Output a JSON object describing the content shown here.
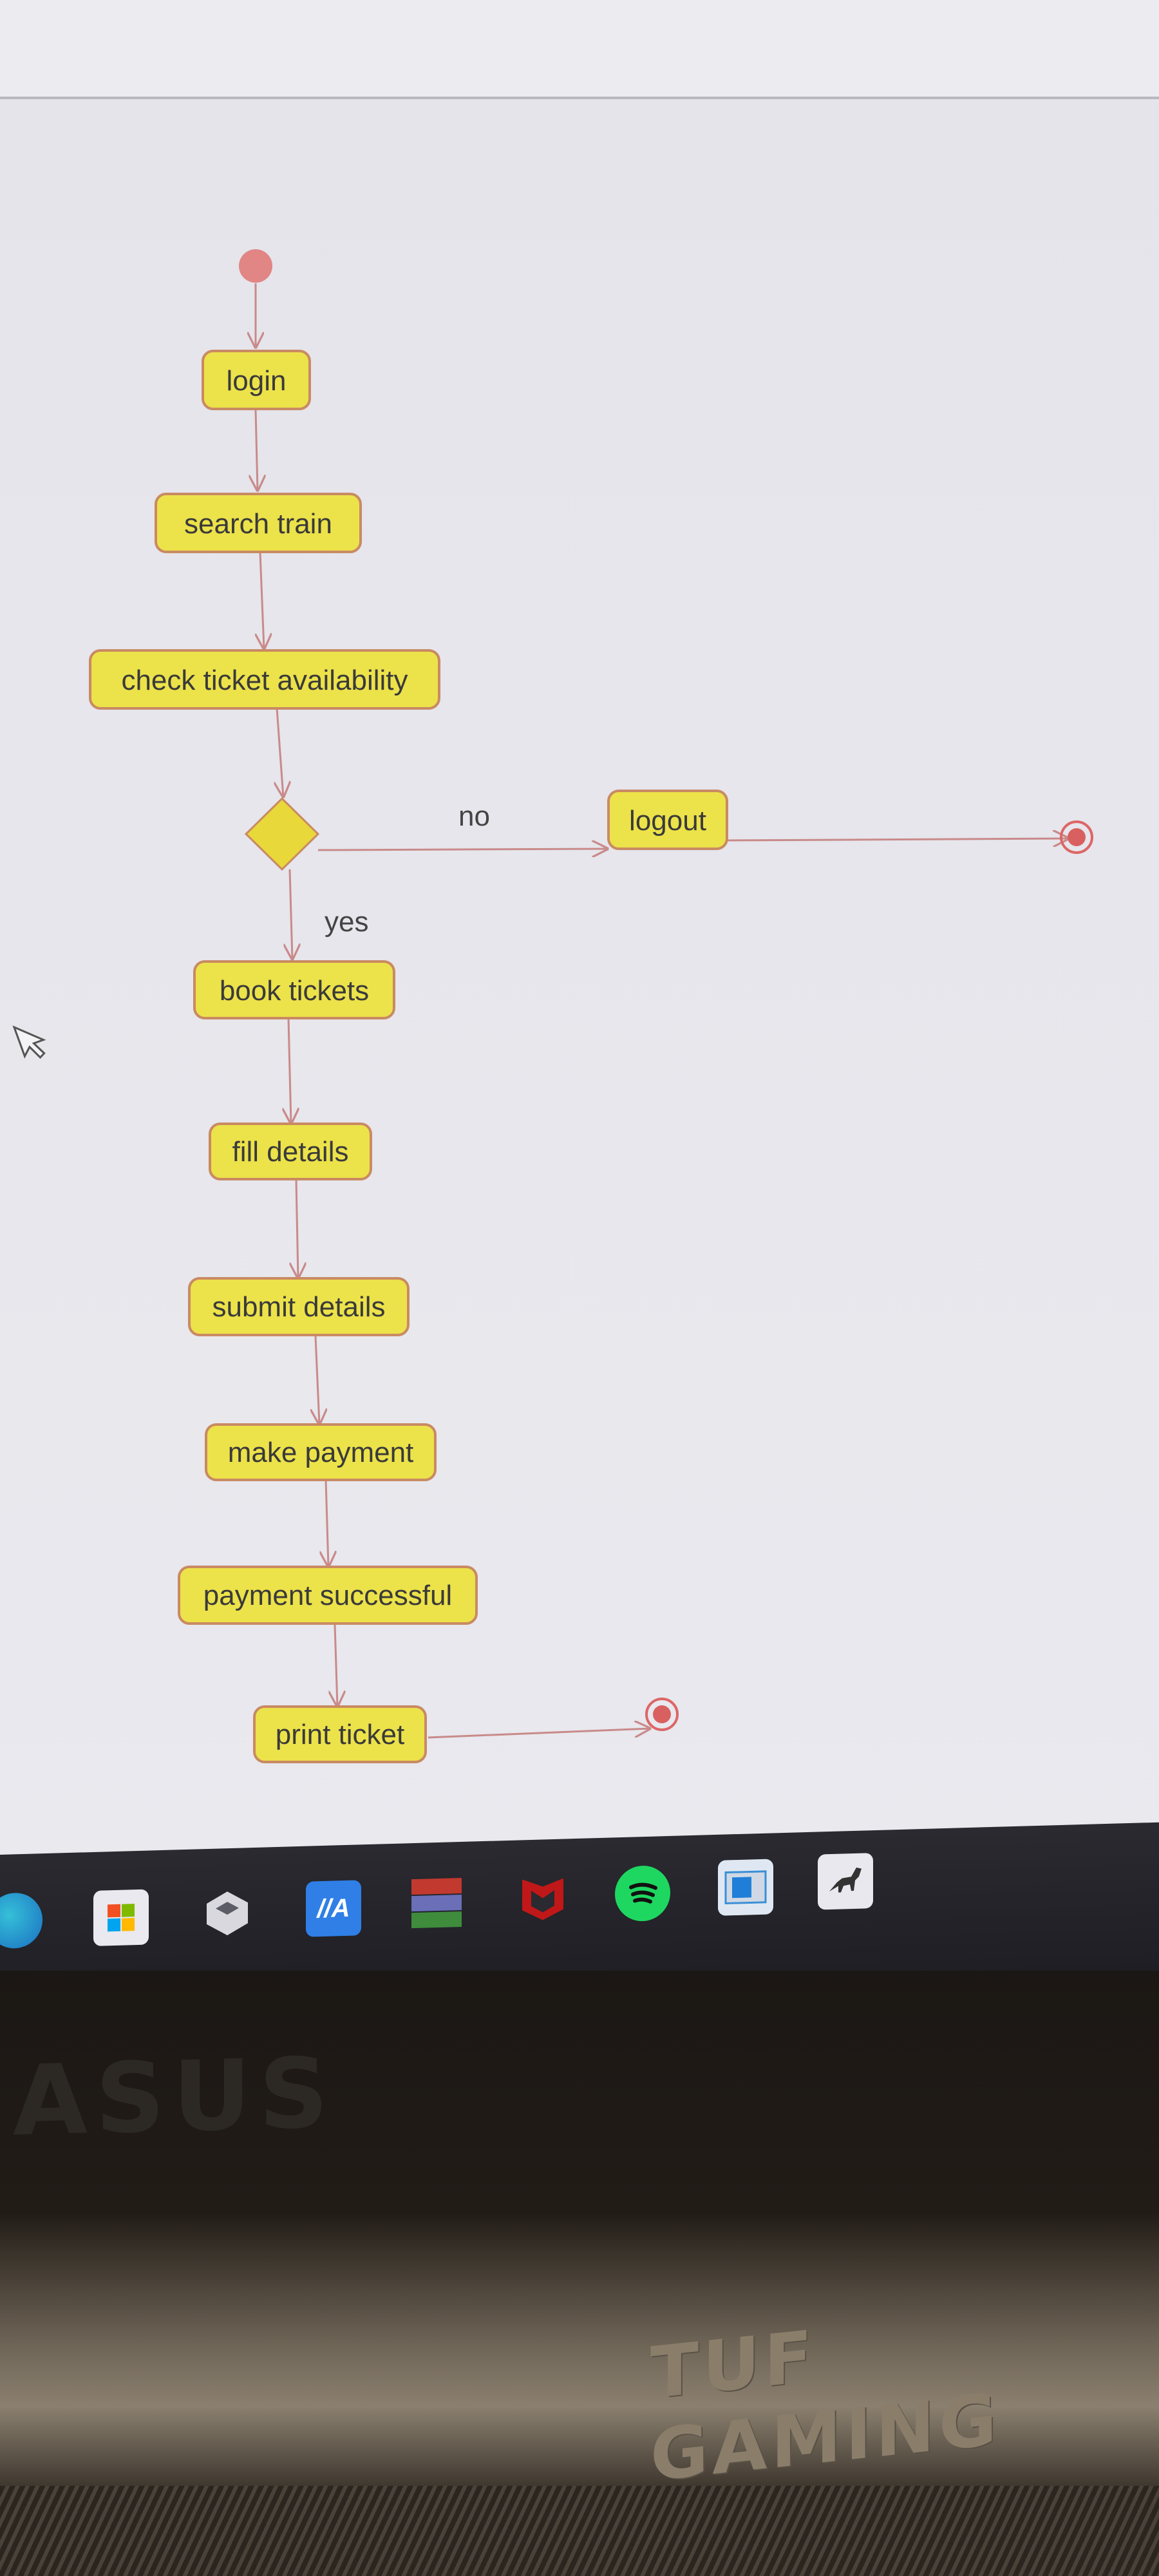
{
  "diagram": {
    "nodes": {
      "login": "login",
      "search_train": "search train",
      "check_availability": "check ticket availability",
      "logout": "logout",
      "book_tickets": "book tickets",
      "fill_details": "fill details",
      "submit_details": "submit details",
      "make_payment": "make payment",
      "payment_successful": "payment successful",
      "print_ticket": "print ticket"
    },
    "edge_labels": {
      "no": "no",
      "yes": "yes"
    }
  },
  "taskbar": {
    "icons": [
      "edge-icon",
      "store-icon",
      "app-icon",
      "malwarebytes-icon",
      "winrar-icon",
      "mcafee-icon",
      "spotify-icon",
      "window-icon",
      "dinosaur-icon"
    ]
  },
  "hardware": {
    "brand": "ASUS",
    "series": "TUF GAMING"
  },
  "colors": {
    "node_fill": "#ece24a",
    "node_border": "#c98a63",
    "arrow": "#c98a8a",
    "start_node": "#e07a7a",
    "decision_fill": "#e8d83a"
  }
}
